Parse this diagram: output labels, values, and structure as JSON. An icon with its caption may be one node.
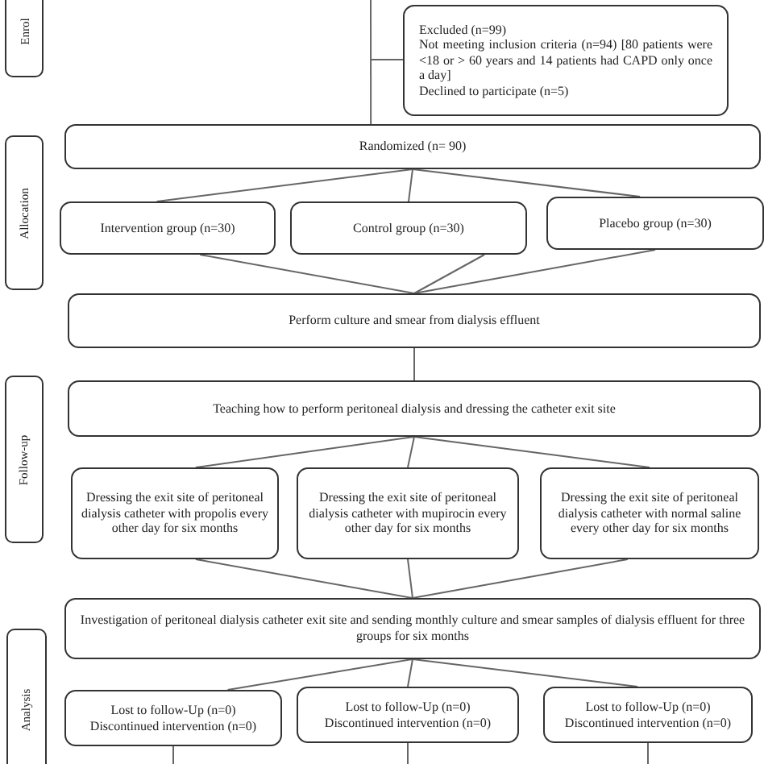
{
  "diagram": {
    "nodes": [
      {
        "text": [
          "Enrol"
        ]
      },
      {
        "text": [
          "Excluded (n=99)",
          "Not meeting inclusion criteria (n=94) [80 patients were <18 or > 60 years and 14 patients had CAPD only once a day]",
          "Declined to participate (n=5)"
        ]
      },
      {
        "text": [
          "Allocation"
        ]
      },
      {
        "text": [
          "Randomized (n= 90)"
        ]
      },
      {
        "text": [
          "Intervention group (n=30)"
        ]
      },
      {
        "text": [
          "Control group (n=30)"
        ]
      },
      {
        "text": [
          "Placebo group (n=30)"
        ]
      },
      {
        "text": [
          "Perform culture and smear from dialysis effluent"
        ]
      },
      {
        "text": [
          "Follow-up"
        ]
      },
      {
        "text": [
          "Teaching how to perform peritoneal dialysis and dressing the catheter exit site"
        ]
      },
      {
        "text": [
          "Dressing the exit site of peritoneal dialysis catheter with propolis every other day for six months"
        ]
      },
      {
        "text": [
          "Dressing the exit site of peritoneal dialysis catheter with mupirocin every other day for six months"
        ]
      },
      {
        "text": [
          "Dressing the exit site of peritoneal dialysis catheter with normal saline every other day for six months"
        ]
      },
      {
        "text": [
          "Investigation of peritoneal dialysis catheter exit site and sending monthly culture and smear samples of dialysis effluent for three groups for six months"
        ]
      },
      {
        "text": [
          "Analysis"
        ]
      },
      {
        "text": [
          "Lost to follow-Up (n=0)",
          "Discontinued intervention (n=0)"
        ]
      },
      {
        "text": [
          "Lost to follow-Up (n=0)",
          "Discontinued intervention (n=0)"
        ]
      },
      {
        "text": [
          "Lost to follow-Up (n=0)",
          "Discontinued intervention (n=0)"
        ]
      }
    ],
    "edges": [
      {
        "from": null,
        "to": 3,
        "arrow": "none"
      },
      {
        "from": null,
        "to": 1,
        "arrow": "none"
      },
      {
        "from": 3,
        "to": 4,
        "arrow": "none"
      },
      {
        "from": 3,
        "to": 5,
        "arrow": "none"
      },
      {
        "from": 3,
        "to": 6,
        "arrow": "none"
      },
      {
        "from": 4,
        "to": 7,
        "arrow": "none"
      },
      {
        "from": 5,
        "to": 7,
        "arrow": "none"
      },
      {
        "from": 6,
        "to": 7,
        "arrow": "none"
      },
      {
        "from": 7,
        "to": 9,
        "arrow": "none"
      },
      {
        "from": 9,
        "to": 10,
        "arrow": "none"
      },
      {
        "from": 9,
        "to": 11,
        "arrow": "none"
      },
      {
        "from": 9,
        "to": 12,
        "arrow": "none"
      },
      {
        "from": 10,
        "to": 13,
        "arrow": "none"
      },
      {
        "from": 11,
        "to": 13,
        "arrow": "none"
      },
      {
        "from": 12,
        "to": 13,
        "arrow": "none"
      },
      {
        "from": 13,
        "to": 15,
        "arrow": "none"
      },
      {
        "from": 13,
        "to": 16,
        "arrow": "none"
      },
      {
        "from": 13,
        "to": 17,
        "arrow": "none"
      },
      {
        "from": 15,
        "to": null,
        "arrow": "none"
      },
      {
        "from": 16,
        "to": null,
        "arrow": "none"
      },
      {
        "from": 17,
        "to": null,
        "arrow": "none"
      }
    ]
  }
}
